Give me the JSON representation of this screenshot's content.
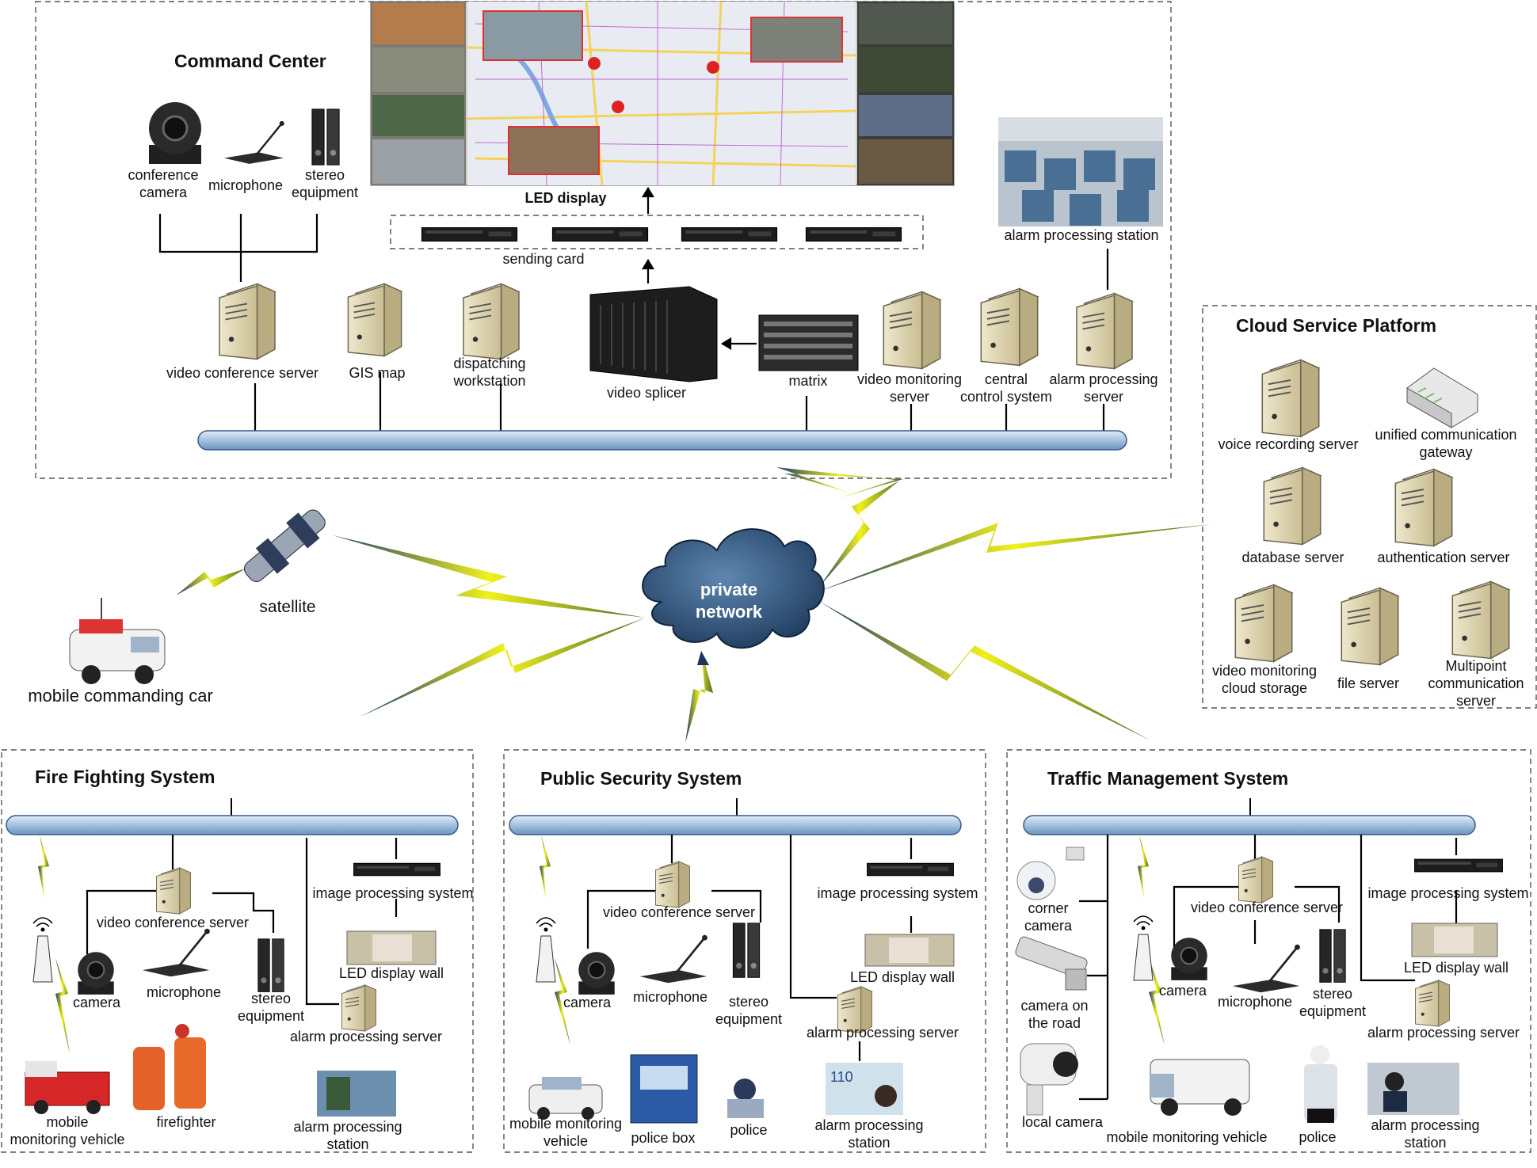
{
  "sections": {
    "command_center": "Command Center",
    "cloud_platform": "Cloud Service Platform",
    "fire": "Fire Fighting System",
    "security": "Public Security System",
    "traffic": "Traffic Management System"
  },
  "network": {
    "line1": "private",
    "line2": "network"
  },
  "command": {
    "conference_camera": [
      "conference",
      "camera"
    ],
    "microphone": "microphone",
    "stereo": [
      "stereo",
      "equipment"
    ],
    "led_display": "LED display",
    "sending_card": "sending card",
    "alarm_station": "alarm processing station",
    "video_conf_server": "video conference server",
    "gis": "GIS map",
    "dispatch": [
      "dispatching",
      "workstation"
    ],
    "splicer": "video splicer",
    "matrix": "matrix",
    "vm_server": [
      "video monitoring",
      "server"
    ],
    "central": [
      "central",
      "control system"
    ],
    "alarm_server": [
      "alarm processing",
      "server"
    ]
  },
  "cloud": {
    "voice": "voice recording server",
    "ucg": [
      "unified communication",
      "gateway"
    ],
    "db": "database server",
    "auth": "authentication server",
    "vmcs": [
      "video monitoring",
      "cloud storage"
    ],
    "file": "file server",
    "mcs": [
      "Multipoint",
      "communication",
      "server"
    ]
  },
  "mobile": {
    "satellite": "satellite",
    "car": "mobile commanding car"
  },
  "fire": {
    "vcs": "video conference server",
    "camera": "camera",
    "microphone": "microphone",
    "stereo": [
      "stereo",
      "equipment"
    ],
    "ips": "image processing system",
    "led": "LED display wall",
    "aps": "alarm processing server",
    "vehicle": [
      "mobile",
      "monitoring vehicle"
    ],
    "firefighter": "firefighter",
    "station": [
      "alarm processing",
      "station"
    ]
  },
  "security": {
    "vcs": "video conference server",
    "camera": "camera",
    "microphone": "microphone",
    "stereo": [
      "stereo",
      "equipment"
    ],
    "ips": "image processing system",
    "led": "LED display wall",
    "aps": "alarm processing server",
    "vehicle": [
      "mobile monitoring",
      "vehicle"
    ],
    "box": "police box",
    "police": "police",
    "station": [
      "alarm processing",
      "station"
    ]
  },
  "traffic": {
    "corner": [
      "corner",
      "camera"
    ],
    "road": [
      "camera on",
      "the road"
    ],
    "local": "local camera",
    "vcs": "video conference server",
    "camera": "camera",
    "microphone": "microphone",
    "stereo": [
      "stereo",
      "equipment"
    ],
    "ips": "image processing system",
    "led": "LED display wall",
    "aps": "alarm processing server",
    "vehicle": "mobile monitoring vehicle",
    "police": "police",
    "station": [
      "alarm processing",
      "station"
    ]
  }
}
